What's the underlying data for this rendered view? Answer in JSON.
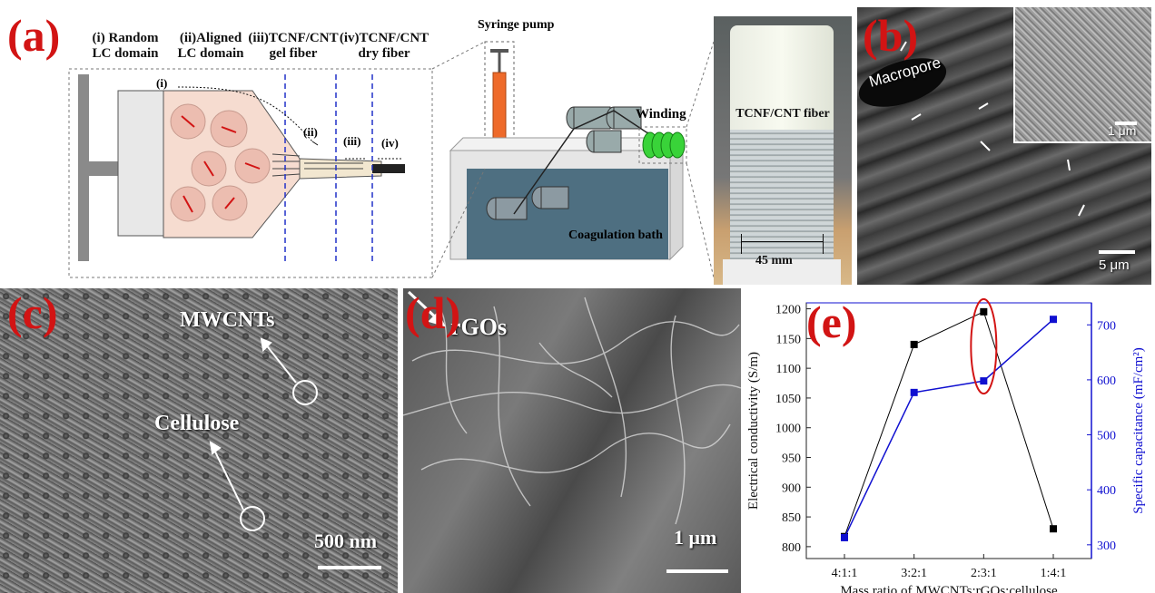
{
  "panel_a": {
    "letter": "(a)",
    "steps": [
      {
        "line1": "(i) Random",
        "line2": "LC domain"
      },
      {
        "line1": "(ii)Aligned",
        "line2": "LC domain"
      },
      {
        "line1": "(iii)TCNF/CNT",
        "line2": "gel fiber"
      },
      {
        "line1": "(iv)TCNF/CNT",
        "line2": "dry fiber"
      }
    ],
    "flow_labels": [
      "(i)",
      "(ii)",
      "(iii)",
      "(iv)"
    ],
    "syringe_pump": "Syringe pump",
    "winding": "Winding",
    "coagulation_bath": "Coagulation bath",
    "photo_label": "TCNF/CNT fiber",
    "photo_scale": "45 mm"
  },
  "panel_b": {
    "letter": "(b)",
    "macropore": "Macropore",
    "inset_scale": "1 μm",
    "scale": "5 μm"
  },
  "panel_c": {
    "letter": "(c)",
    "label1": "MWCNTs",
    "label2": "Cellulose",
    "scale": "500 nm"
  },
  "panel_d": {
    "letter": "(d)",
    "label": "rGOs",
    "scale": "1 μm"
  },
  "panel_e": {
    "letter": "(e)"
  },
  "chart_data": {
    "type": "line",
    "categories": [
      "4:1:1",
      "3:2:1",
      "2:3:1",
      "1:4:1"
    ],
    "xlabel": "Mass ratio of MWCNTs:rGOs:cellulose",
    "series": [
      {
        "name": "Electrical conductivity",
        "axis": "left",
        "color": "#000000",
        "values": [
          817,
          1140,
          1195,
          830
        ]
      },
      {
        "name": "Specific capacitance",
        "axis": "right",
        "color": "#1010d0",
        "values": [
          313,
          577,
          598,
          710
        ]
      }
    ],
    "y_left": {
      "label": "Electrical conductivity (S/m)",
      "ylim": [
        780,
        1210
      ],
      "ticks": [
        800,
        850,
        900,
        950,
        1000,
        1050,
        1100,
        1150,
        1200
      ]
    },
    "y_right": {
      "label": "Specific capacitance (mF/cm²)",
      "ylim": [
        275,
        740
      ],
      "ticks": [
        300,
        400,
        500,
        600,
        700
      ],
      "color": "#1010d0"
    },
    "highlight_category": "2:3:1",
    "highlight_color": "#d21414"
  }
}
